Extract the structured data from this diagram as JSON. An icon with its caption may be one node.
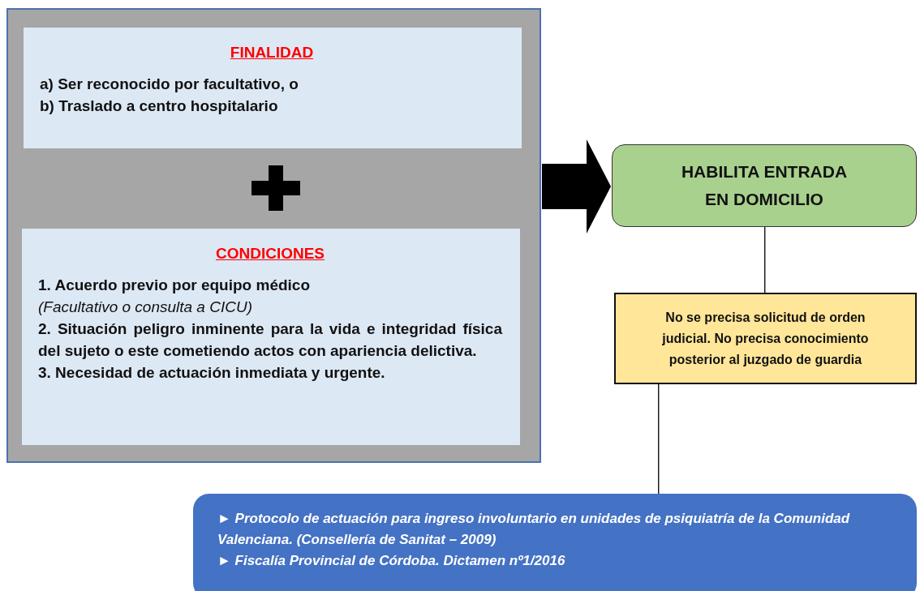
{
  "diagram": {
    "nodes": [
      {
        "text": [],
        "shape": "box"
      },
      {
        "text": [
          "FINALIDAD",
          "a) Ser reconocido por facultativo, o",
          "b) Traslado a centro hospitalario"
        ],
        "in": 0
      },
      {
        "text": [
          "CONDICIONES",
          "1. Acuerdo previo por equipo médico *(Facultativo o consulta a CICU)*",
          "2. Situación peligro inminente para la vida e integridad física del sujeto o este cometiendo actos con apariencia delictiva.",
          "3. Necesidad de actuación inmediata y urgente."
        ],
        "in": 0
      },
      {
        "text": [
          "HABILITA ENTRADA EN DOMICILIO"
        ]
      },
      {
        "text": [
          "No se precisa solicitud de orden judicial. No precisa conocimiento posterior al juzgado de guardia"
        ]
      },
      {
        "text": [
          "► Protocolo de actuación para ingreso involuntario en unidades de psiquiatría de la Comunidad Valenciana. (Consellería de Sanitat – 2009)",
          "► Fiscalía Provincial de Córdoba. Dictamen nº1/2016"
        ]
      }
    ],
    "edges": [
      {
        "from": 0,
        "to": 3,
        "arrow": "to",
        "style": "thick"
      },
      {
        "from": 3,
        "to": 4,
        "arrow": "none"
      },
      {
        "from": 4,
        "to": 5,
        "arrow": "none"
      }
    ]
  }
}
